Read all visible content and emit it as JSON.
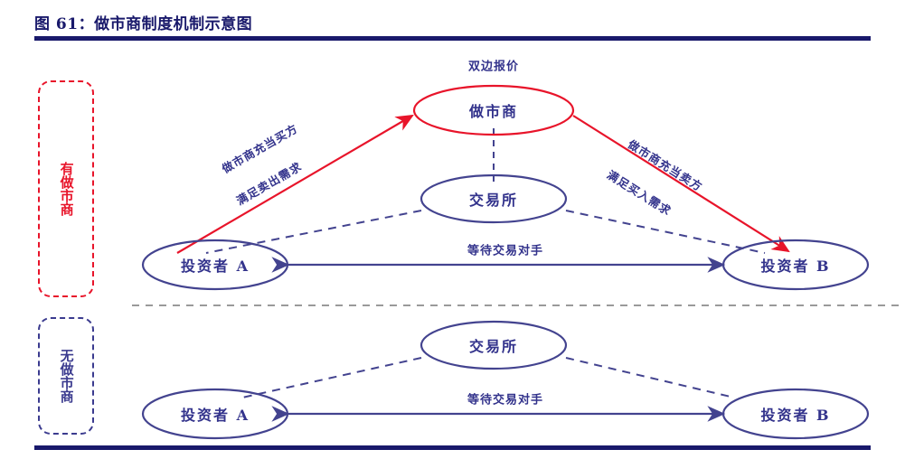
{
  "title": "图 61：做市商制度机制示意图",
  "colors": {
    "navy_rule": "#19196b",
    "text_navy": "#33338c",
    "red": "#e8142a",
    "divider_gray": "#9a9a9a"
  },
  "legends": [
    {
      "name": "with-market-maker",
      "text": "有做市商",
      "color": "#e8142a"
    },
    {
      "name": "without-market-maker",
      "text": "无做市商",
      "color": "#3b3b8f"
    }
  ],
  "sections": {
    "with_market_maker": {
      "nodes": {
        "market_maker": "做市商",
        "exchange": "交易所",
        "investor_a": "投资者 A",
        "investor_b": "投资者 B"
      },
      "labels": {
        "quote": "双边报价",
        "left_line1": "做市商充当买方",
        "left_line2": "满足卖出需求",
        "right_line1": "做市商充当卖方",
        "right_line2": "满足买入需求",
        "wait": "等待交易对手"
      }
    },
    "without_market_maker": {
      "nodes": {
        "exchange": "交易所",
        "investor_a": "投资者 A",
        "investor_b": "投资者 B"
      },
      "labels": {
        "wait": "等待交易对手"
      }
    }
  }
}
